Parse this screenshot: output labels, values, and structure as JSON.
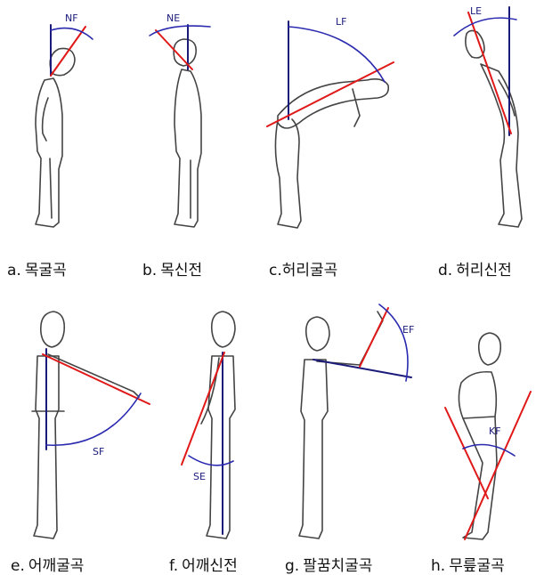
{
  "title": "",
  "colors": {
    "reference_line": "#1a1a7a",
    "segment_line": "#e01818",
    "arc": "#2a2ab0",
    "figure": "#333333"
  },
  "figures": [
    {
      "letter": "a.",
      "name": "목굴곡",
      "angle_label": "NF"
    },
    {
      "letter": "b.",
      "name": "목신전",
      "angle_label": "NE"
    },
    {
      "letter": "c.",
      "name": "허리굴곡",
      "angle_label": "LF"
    },
    {
      "letter": "d.",
      "name": "허리신전",
      "angle_label": "LE"
    },
    {
      "letter": "e.",
      "name": "어깨굴곡",
      "angle_label": "SF"
    },
    {
      "letter": "f.",
      "name": "어깨신전",
      "angle_label": "SE"
    },
    {
      "letter": "g.",
      "name": "팔꿈치굴곡",
      "angle_label": "EF"
    },
    {
      "letter": "h.",
      "name": "무릎굴곡",
      "angle_label": "KF"
    }
  ]
}
